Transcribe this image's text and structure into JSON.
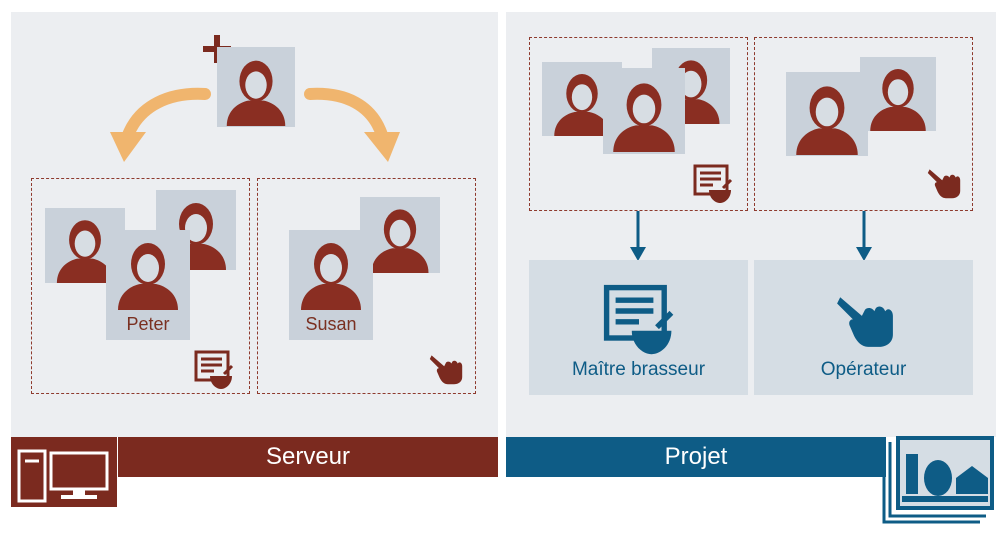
{
  "server": {
    "title": "Serveur",
    "users": {
      "peter": "Peter",
      "susan": "Susan"
    }
  },
  "project": {
    "title": "Projet",
    "roles": {
      "brewmaster": "Maître brasseur",
      "operator": "Opérateur"
    }
  },
  "colors": {
    "server_accent": "#7b2a1f",
    "project_accent": "#0e5c86",
    "person": "#8a2e22",
    "card": "#c9d1da",
    "arrow": "#f0b56e"
  },
  "icons": {
    "add": "plus-icon",
    "user": "user-icon",
    "recipe": "recipe-bowl-icon",
    "operate": "pointing-hand-icon",
    "server": "server-computer-icon",
    "plant": "plant-stack-icon"
  }
}
